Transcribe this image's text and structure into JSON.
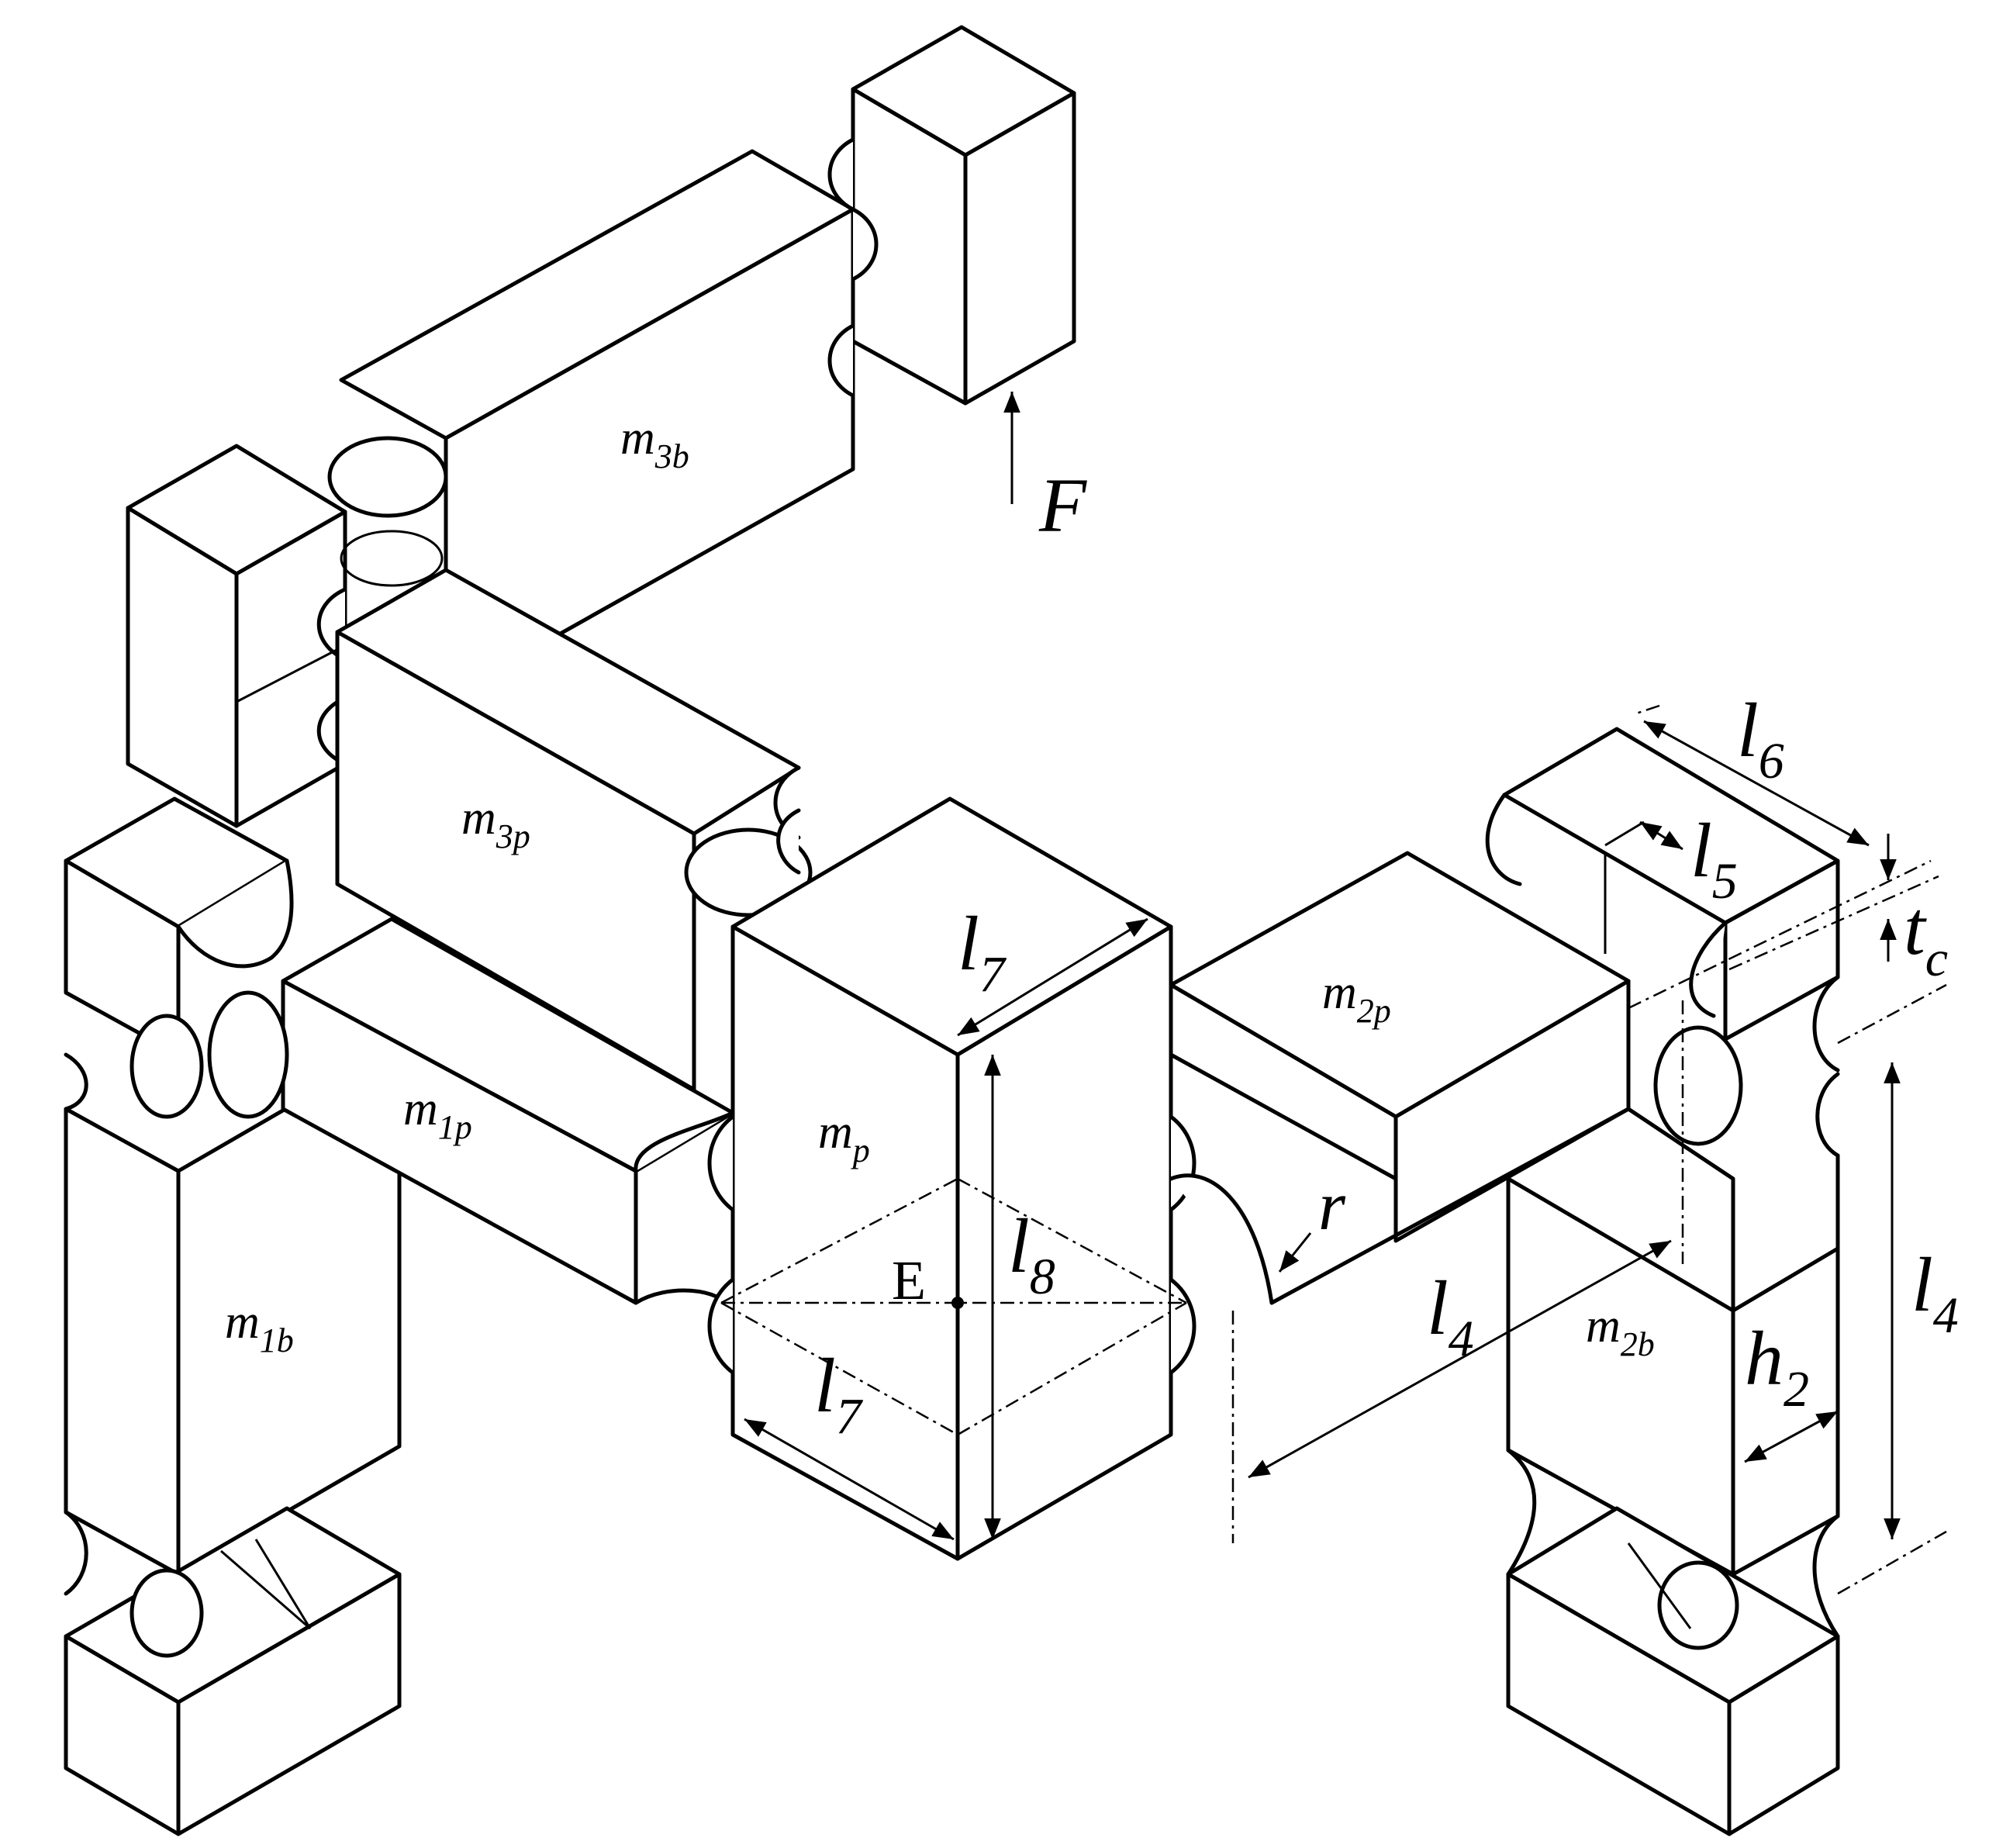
{
  "diagram": {
    "masses": {
      "m3b": {
        "base": "m",
        "sub": "3b"
      },
      "m3p": {
        "base": "m",
        "sub": "3p"
      },
      "m1p": {
        "base": "m",
        "sub": "1p"
      },
      "m1b": {
        "base": "m",
        "sub": "1b"
      },
      "mp": {
        "base": "m",
        "sub": "p"
      },
      "m2p": {
        "base": "m",
        "sub": "2p"
      },
      "m2b": {
        "base": "m",
        "sub": "2b"
      }
    },
    "dimensions": {
      "l4_horizontal": {
        "base": "l",
        "sub": "4"
      },
      "l4_vertical": {
        "base": "l",
        "sub": "4"
      },
      "l5": {
        "base": "l",
        "sub": "5"
      },
      "l6": {
        "base": "l",
        "sub": "6"
      },
      "l7_top": {
        "base": "l",
        "sub": "7"
      },
      "l7_bottom": {
        "base": "l",
        "sub": "7"
      },
      "l8": {
        "base": "l",
        "sub": "8"
      },
      "tc": {
        "base": "t",
        "sub": "c"
      },
      "h2": {
        "base": "h",
        "sub": "2"
      },
      "r": "r"
    },
    "force": "F",
    "point": "E"
  }
}
